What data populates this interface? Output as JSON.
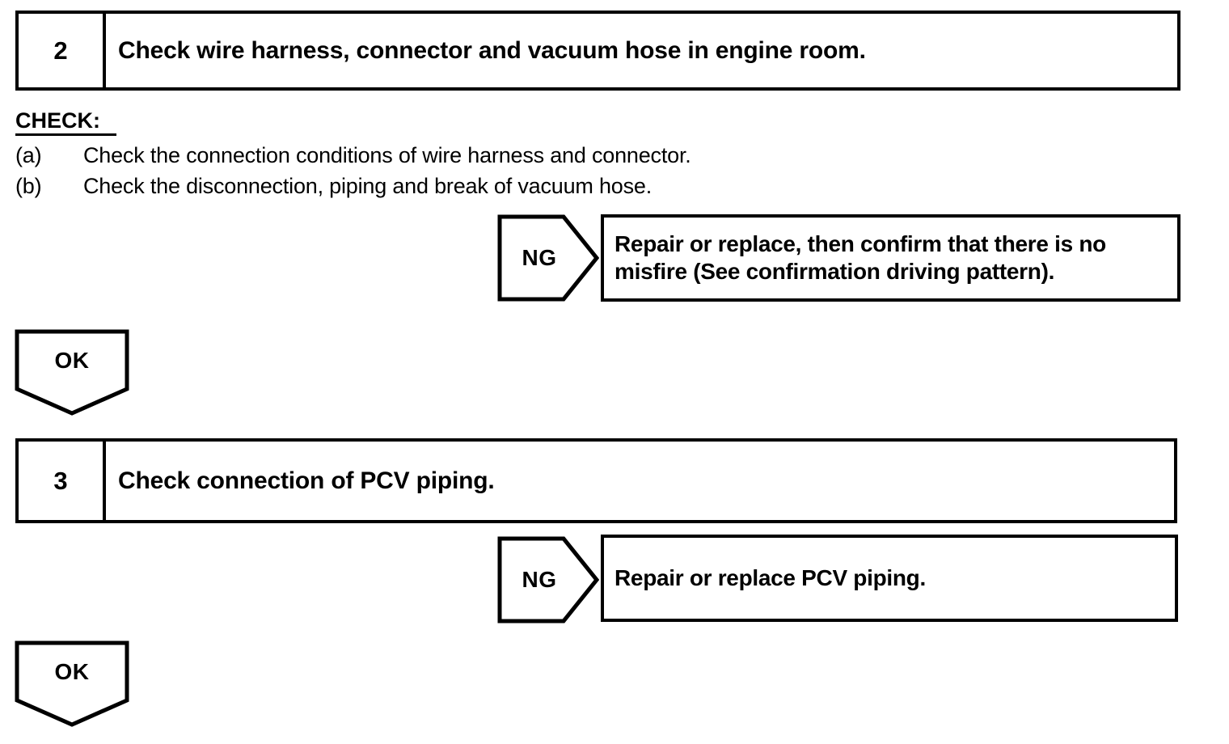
{
  "page": {
    "background_color": "#ffffff",
    "ink_color": "#000000",
    "title": "Misfire diagnostic flowchart steps 2-3"
  },
  "steps": [
    {
      "number": "2",
      "title": "Check wire harness, connector and vacuum hose in engine room."
    },
    {
      "number": "3",
      "title": "Check connection of PCV piping."
    }
  ],
  "check_section": {
    "label": "CHECK:",
    "items": [
      {
        "marker": "(a)",
        "text": "Check the connection conditions of wire harness and connector."
      },
      {
        "marker": "(b)",
        "text": "Check the disconnection, piping and break of vacuum hose."
      }
    ]
  },
  "branches": [
    {
      "ng_label": "NG",
      "result_lines": [
        "Repair or replace, then confirm that there is no",
        "misfire (See confirmation driving pattern)."
      ]
    },
    {
      "ng_label": "NG",
      "result_lines": [
        "Repair or replace PCV piping."
      ]
    }
  ],
  "ok_connectors": [
    {
      "label": "OK"
    },
    {
      "label": "OK"
    }
  ]
}
